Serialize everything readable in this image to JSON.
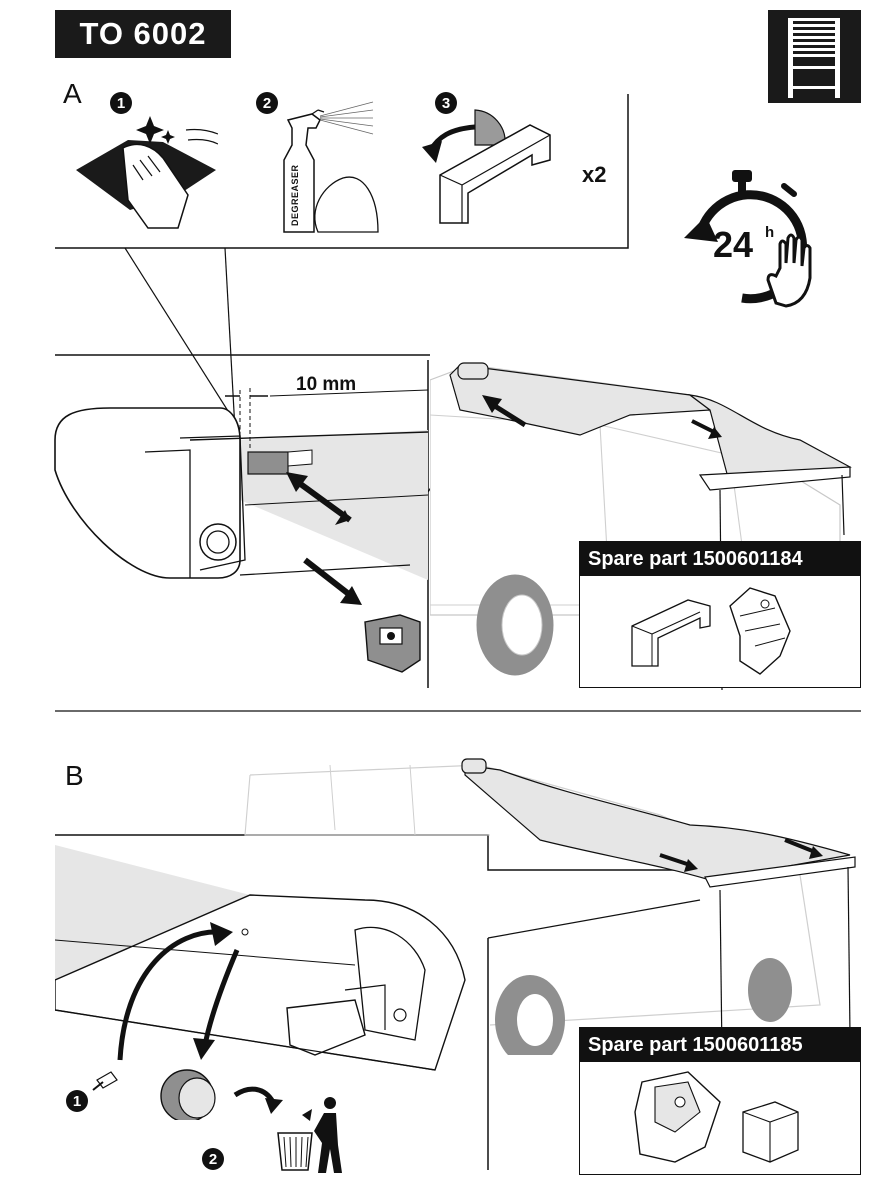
{
  "header": {
    "title": "TO 6002"
  },
  "section_a": {
    "label": "A",
    "steps": [
      "1",
      "2",
      "3"
    ],
    "degreaser_label": "DEGREASER",
    "quantity": "x2",
    "distance": "10 mm",
    "spare_part": "Spare part 1500601184"
  },
  "wait_time": {
    "value": "24",
    "unit": "h"
  },
  "section_b": {
    "label": "B",
    "steps": [
      "1",
      "2"
    ],
    "spare_part": "Spare part 1500601185"
  },
  "icons": [
    "tool-box-icon",
    "stopwatch-24h-icon",
    "hand-stop-icon",
    "trash-bin-icon"
  ],
  "colors": {
    "ink": "#111111",
    "shade": "#e3e3e3",
    "grey": "#8f8f8f",
    "line": "#9a9a9a"
  }
}
